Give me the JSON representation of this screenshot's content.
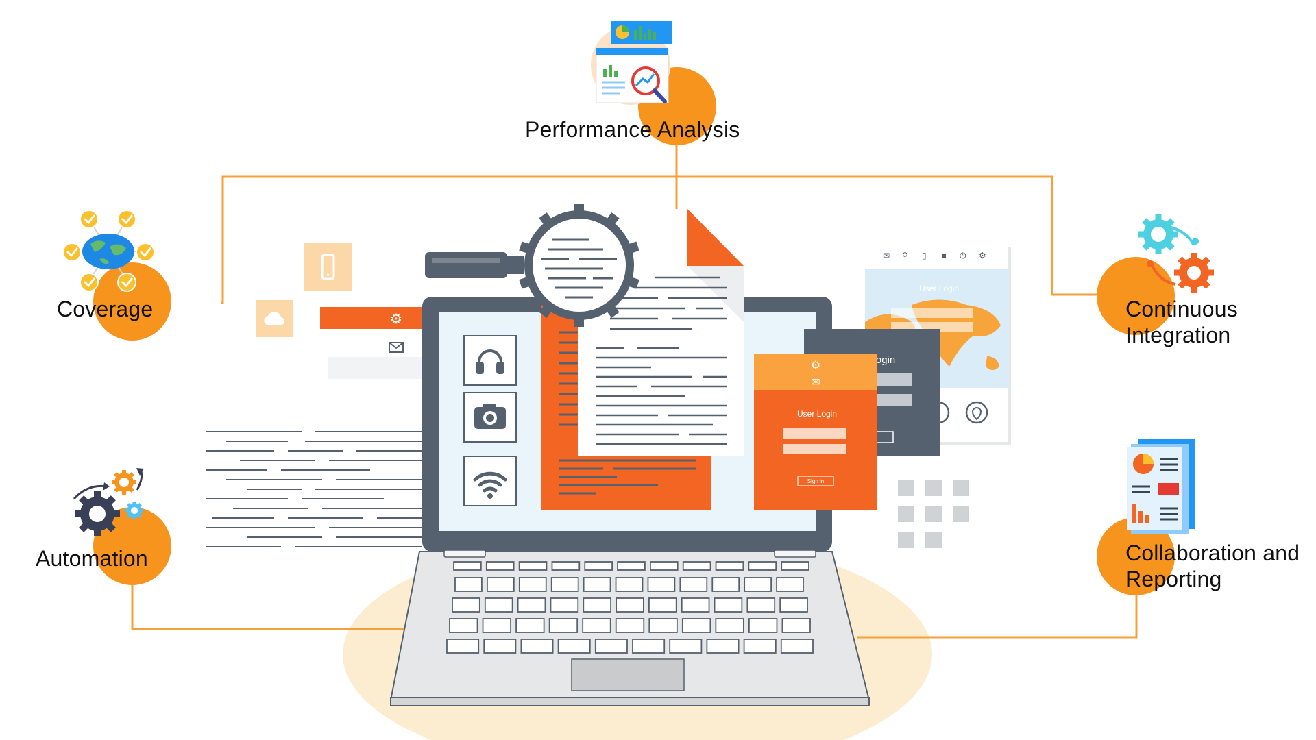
{
  "colors": {
    "orange": "#f7941d",
    "orange_dark": "#f26522",
    "slate": "#55616e",
    "line_orange": "#f5a03a",
    "screen_bg": "#e9f4fb",
    "glow": "#fde8c4"
  },
  "nodes": [
    {
      "id": "performance",
      "lines": [
        "Performance Analysis"
      ],
      "icon": "analytics-dashboard-icon"
    },
    {
      "id": "coverage",
      "lines": [
        "Coverage"
      ],
      "icon": "globe-network-icon"
    },
    {
      "id": "ci",
      "lines": [
        "Continuous",
        "Integration"
      ],
      "icon": "gears-icon"
    },
    {
      "id": "automation",
      "lines": [
        "Automation"
      ],
      "icon": "automation-gears-icon"
    },
    {
      "id": "collab",
      "lines": [
        "Collaboration and",
        "Reporting"
      ],
      "icon": "report-document-icon"
    }
  ],
  "login_panel": {
    "title": "User Login",
    "button": "Sign in"
  },
  "back_login_panel": {
    "title": "User Login"
  },
  "map_panel": {
    "title": "User Login"
  }
}
